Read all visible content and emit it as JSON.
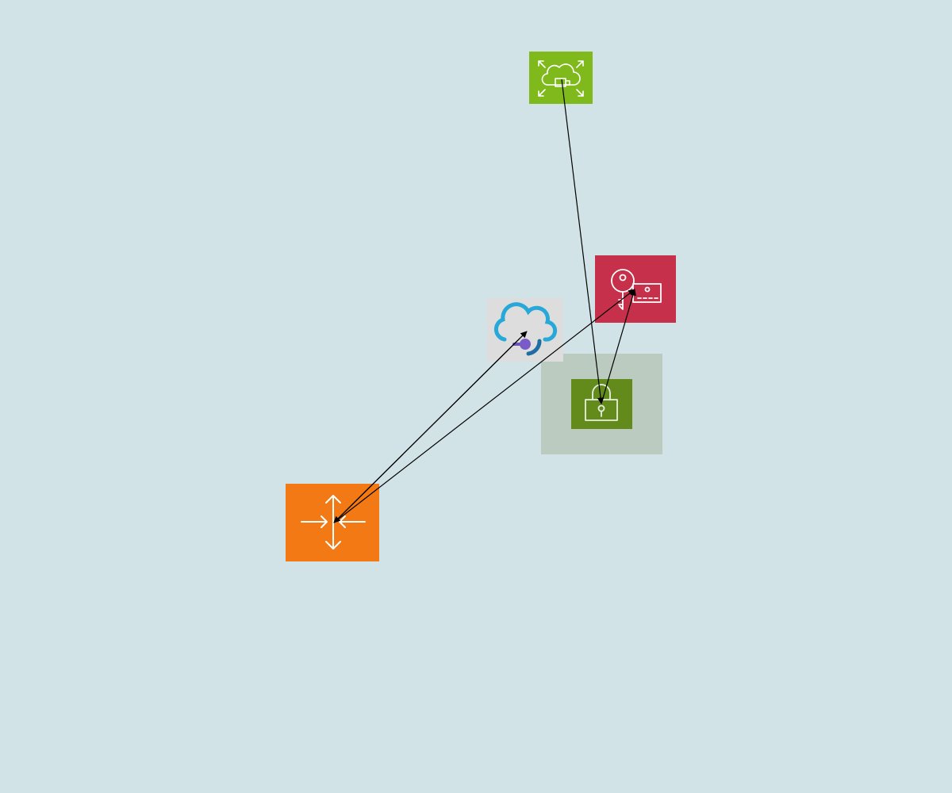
{
  "diagram": {
    "background": "#d1e3e6",
    "nodes": [
      {
        "id": "cloud-expand",
        "icon": "cloud-expand-icon",
        "color": "#7fb91b"
      },
      {
        "id": "key-card",
        "icon": "key-card-icon",
        "color": "#c7304a"
      },
      {
        "id": "cloud-headset",
        "icon": "cloud-headset-icon",
        "color": "#28a8d8"
      },
      {
        "id": "lock-group",
        "icon": "group-container",
        "color": "#bccbc0"
      },
      {
        "id": "lock",
        "icon": "lock-icon",
        "color": "#628b1c"
      },
      {
        "id": "load-balancer",
        "icon": "arrows-converge-icon",
        "color": "#f27913"
      }
    ],
    "edges": [
      {
        "from": "cloud-expand",
        "to": "lock"
      },
      {
        "from": "lock",
        "to": "key-card"
      },
      {
        "from": "load-balancer",
        "to": "key-card"
      },
      {
        "from": "load-balancer",
        "to": "cloud-headset"
      },
      {
        "from": "cloud-headset",
        "to": "load-balancer"
      }
    ],
    "edge_color": "#000000"
  }
}
